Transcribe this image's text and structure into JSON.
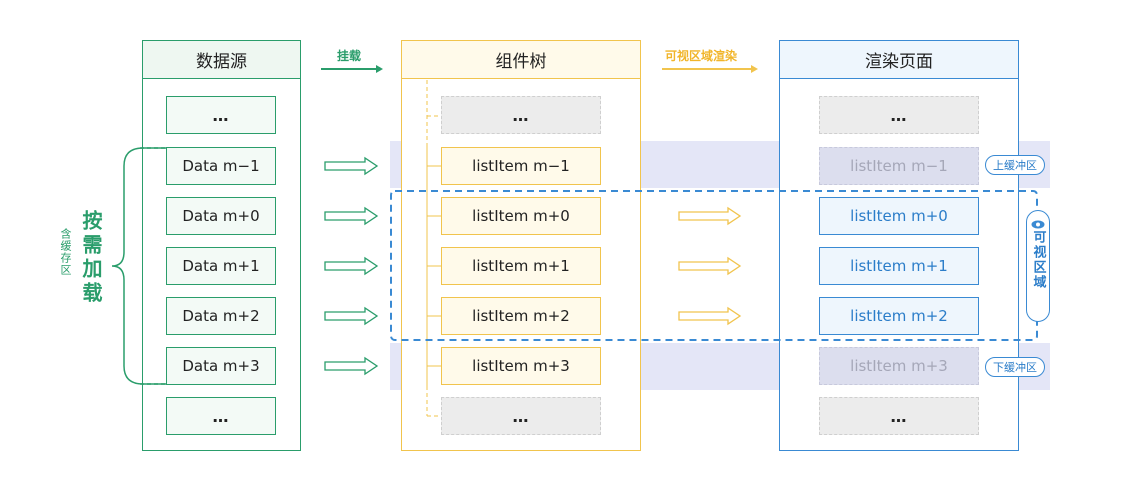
{
  "columns": {
    "data_source": {
      "title": "数据源"
    },
    "component_tree": {
      "title": "组件树"
    },
    "render_page": {
      "title": "渲染页面"
    }
  },
  "arrow_labels": {
    "mount": "挂载",
    "visible_render": "可视区域渲染"
  },
  "data_items": [
    "…",
    "Data m−1",
    "Data m+0",
    "Data m+1",
    "Data m+2",
    "Data m+3",
    "…"
  ],
  "tree_items": [
    "…",
    "listItem m−1",
    "listItem m+0",
    "listItem m+1",
    "listItem m+2",
    "listItem m+3",
    "…"
  ],
  "render_items": [
    "…",
    "listItem m−1",
    "listItem m+0",
    "listItem m+1",
    "listItem m+2",
    "listItem m+3",
    "…"
  ],
  "side_labels": {
    "on_demand": "按需加载",
    "with_cache": "含缓存区"
  },
  "badges": {
    "upper_cache": "上缓冲区",
    "lower_cache": "下缓冲区",
    "visible_area": "可视区域"
  },
  "colors": {
    "green": "#2a9d6b",
    "yellow": "#f1c44d",
    "blue": "#3a8ad3",
    "band": "#e4e6f7"
  }
}
